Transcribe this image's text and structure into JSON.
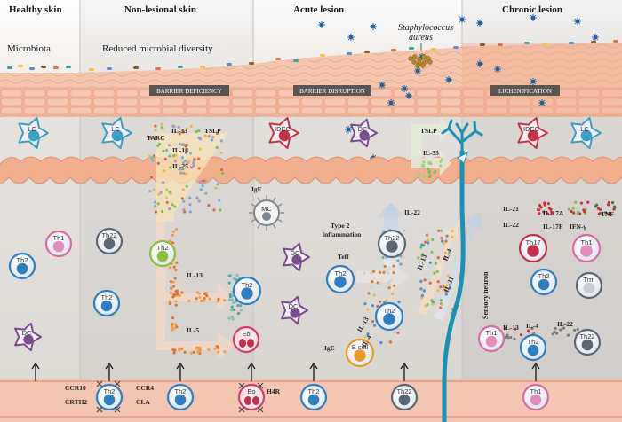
{
  "stages": {
    "healthy": "Healthy skin",
    "nonlesional": "Non-lesional skin",
    "acute": "Acute lesion",
    "chronic": "Chronic lesion"
  },
  "microbiota": "Microbiota",
  "reduced_diversity": "Reduced microbial diversity",
  "staph_line1": "Staphylococcus",
  "staph_line2": "aureus",
  "banners": {
    "barrier_deficiency": "BARRIER DEFICIENCY",
    "barrier_disruption": "BARRIER DISRUPTION",
    "lichenification": "LICHENIFICATION"
  },
  "cytokines": {
    "il33": "IL-33",
    "il1b": "IL-1β",
    "il25": "IL-25",
    "tarc": "TARC",
    "tslp": "TSLP",
    "tslp2": "TSLP",
    "il33b": "IL-33",
    "il13": "IL-13",
    "il5": "IL-5",
    "il22": "IL-22",
    "il4": "IL-4",
    "il31": "IL-31",
    "il13b": "IL-13",
    "il4b": "IL-4",
    "il13c": "IL-13",
    "il4c": "IL-4",
    "il22b": "IL-22",
    "il21": "IL-21",
    "il22c": "IL-22",
    "il17a": "IL-17A",
    "il17f": "IL-17F",
    "ifn": "IFN-γ",
    "tnf": "TNF",
    "il22d": "IL-22"
  },
  "labels": {
    "ige": "IgE",
    "ige2": "IgE",
    "type2_1": "Type 2",
    "type2_2": "inflammation",
    "teff": "Teff",
    "sensory": "Sensory neuron",
    "ccr10": "CCR10",
    "crth2": "CRTH2",
    "ccr4": "CCR4",
    "cla": "CLA",
    "h4r": "H4R"
  },
  "cells": {
    "lc": "LC",
    "idec": "IDEC",
    "dc": "DC",
    "mc": "MC",
    "th1": "Th1",
    "th2": "Th2",
    "th22": "Th22",
    "th17": "Th17",
    "eo": "Eo",
    "trm": "Trm",
    "bcell": "B cell"
  }
}
